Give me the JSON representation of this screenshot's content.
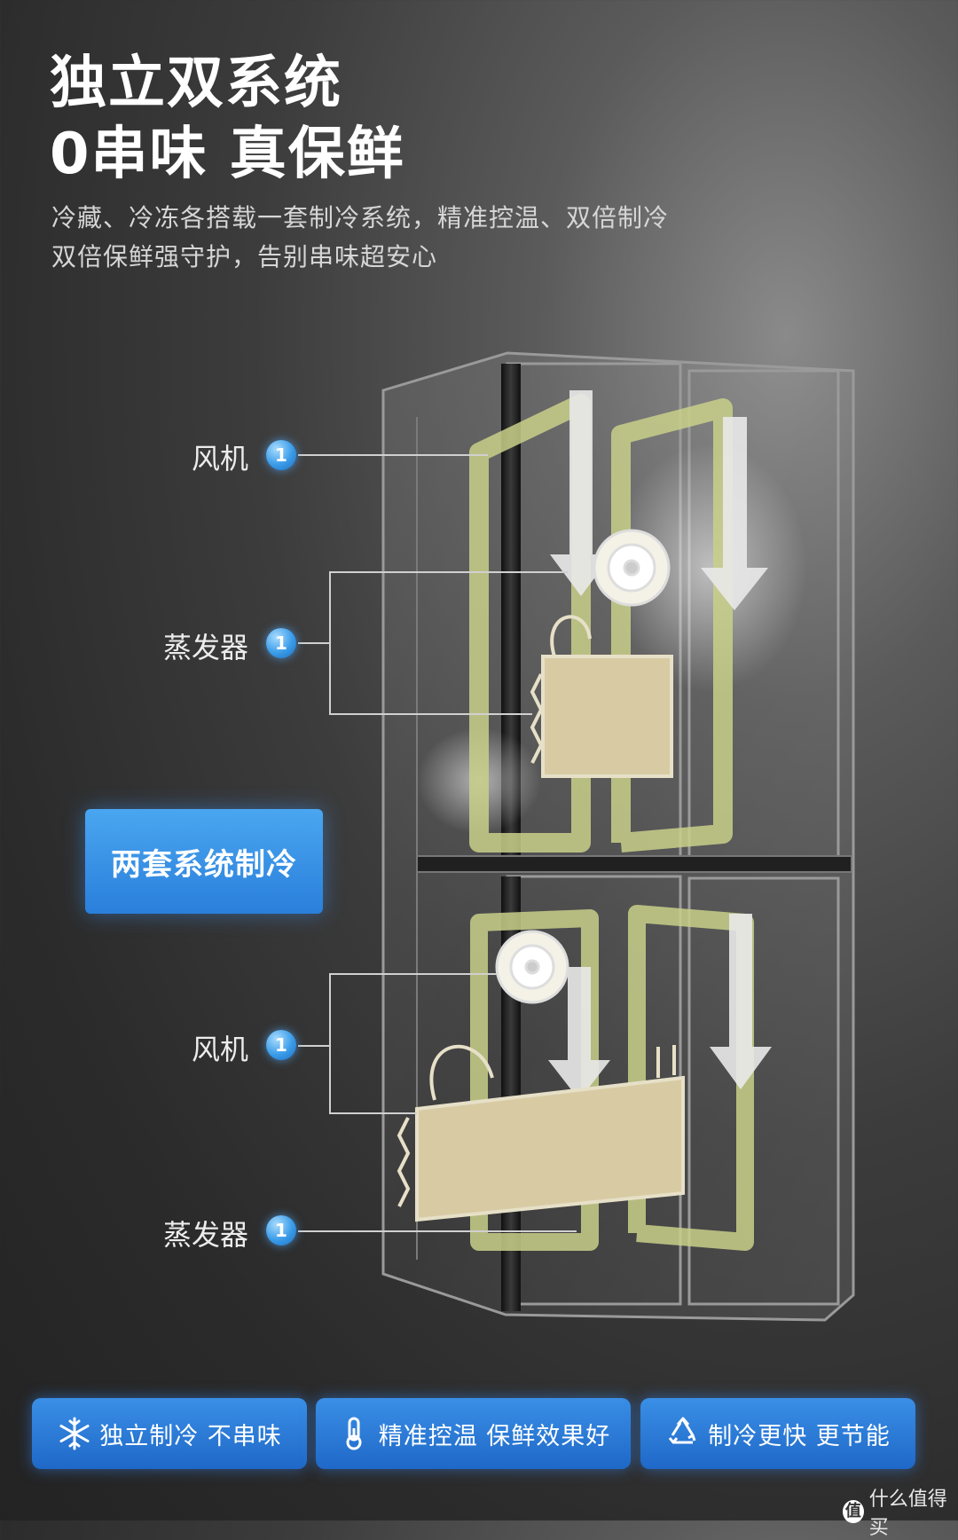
{
  "heading": {
    "line1": "独立双系统",
    "line2": "0串味 真保鲜"
  },
  "description": {
    "line1": "冷藏、冷冻各搭载一套制冷系统，精准控温、双倍制冷",
    "line2": "双倍保鲜强守护，告别串味超安心"
  },
  "callouts": [
    {
      "label": "风机",
      "badge": "1"
    },
    {
      "label": "蒸发器",
      "badge": "1"
    },
    {
      "label": "风机",
      "badge": "1"
    },
    {
      "label": "蒸发器",
      "badge": "1"
    }
  ],
  "system_box": {
    "label": "两套系统制冷"
  },
  "features": [
    {
      "icon": "snowflake-icon",
      "label": "独立制冷 不串味"
    },
    {
      "icon": "thermometer-icon",
      "label": "精准控温 保鲜效果好"
    },
    {
      "icon": "recycle-icon",
      "label": "制冷更快 更节能"
    }
  ],
  "watermark": {
    "text": "什么值得买",
    "badge": "值"
  },
  "colors": {
    "accent_blue": "#2a7fdb",
    "airflow": "#c9d08a",
    "arrow": "#e9e9e9",
    "fridge_frame": "#9a9a9a"
  }
}
